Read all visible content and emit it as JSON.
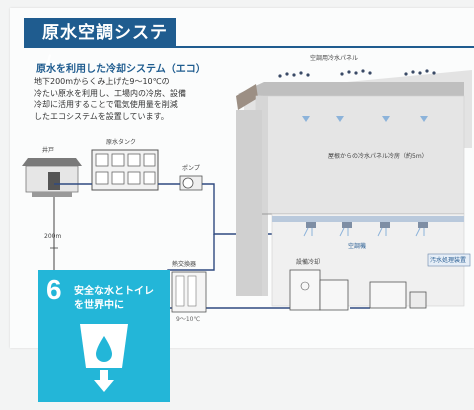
{
  "panel": {
    "title": "原水空調システム",
    "subtitle": "原水を利用した冷却システム（エコ）",
    "body_lines": [
      "地下200mからくみ上げた9～10℃の",
      "冷たい原水を利用し、工場内の冷房、設備",
      "冷却に活用することで電気使用量を削減",
      "したエコシステムを設置しています。"
    ]
  },
  "diagram": {
    "labels": {
      "well": "井戸",
      "tank": "原水タンク",
      "pump": "ポンプ",
      "panels": "空調用冷水パネル",
      "depth": "200m",
      "hall": "屋根からの冷水パネル冷房（約5m）",
      "ac_unit": "空調機",
      "heat_exchanger": "熱交換器",
      "equipment": "設備冷却",
      "treatment": "汚水処理装置",
      "temperature": "9～10℃"
    }
  },
  "sdg": {
    "number": "6",
    "line1": "安全な水とトイレ",
    "line2": "を世界中に",
    "color": "#23b6d8"
  },
  "colors": {
    "title_bg": "#1f5c8f",
    "pipe": "#2f4a80",
    "sdg": "#23b6d8"
  }
}
